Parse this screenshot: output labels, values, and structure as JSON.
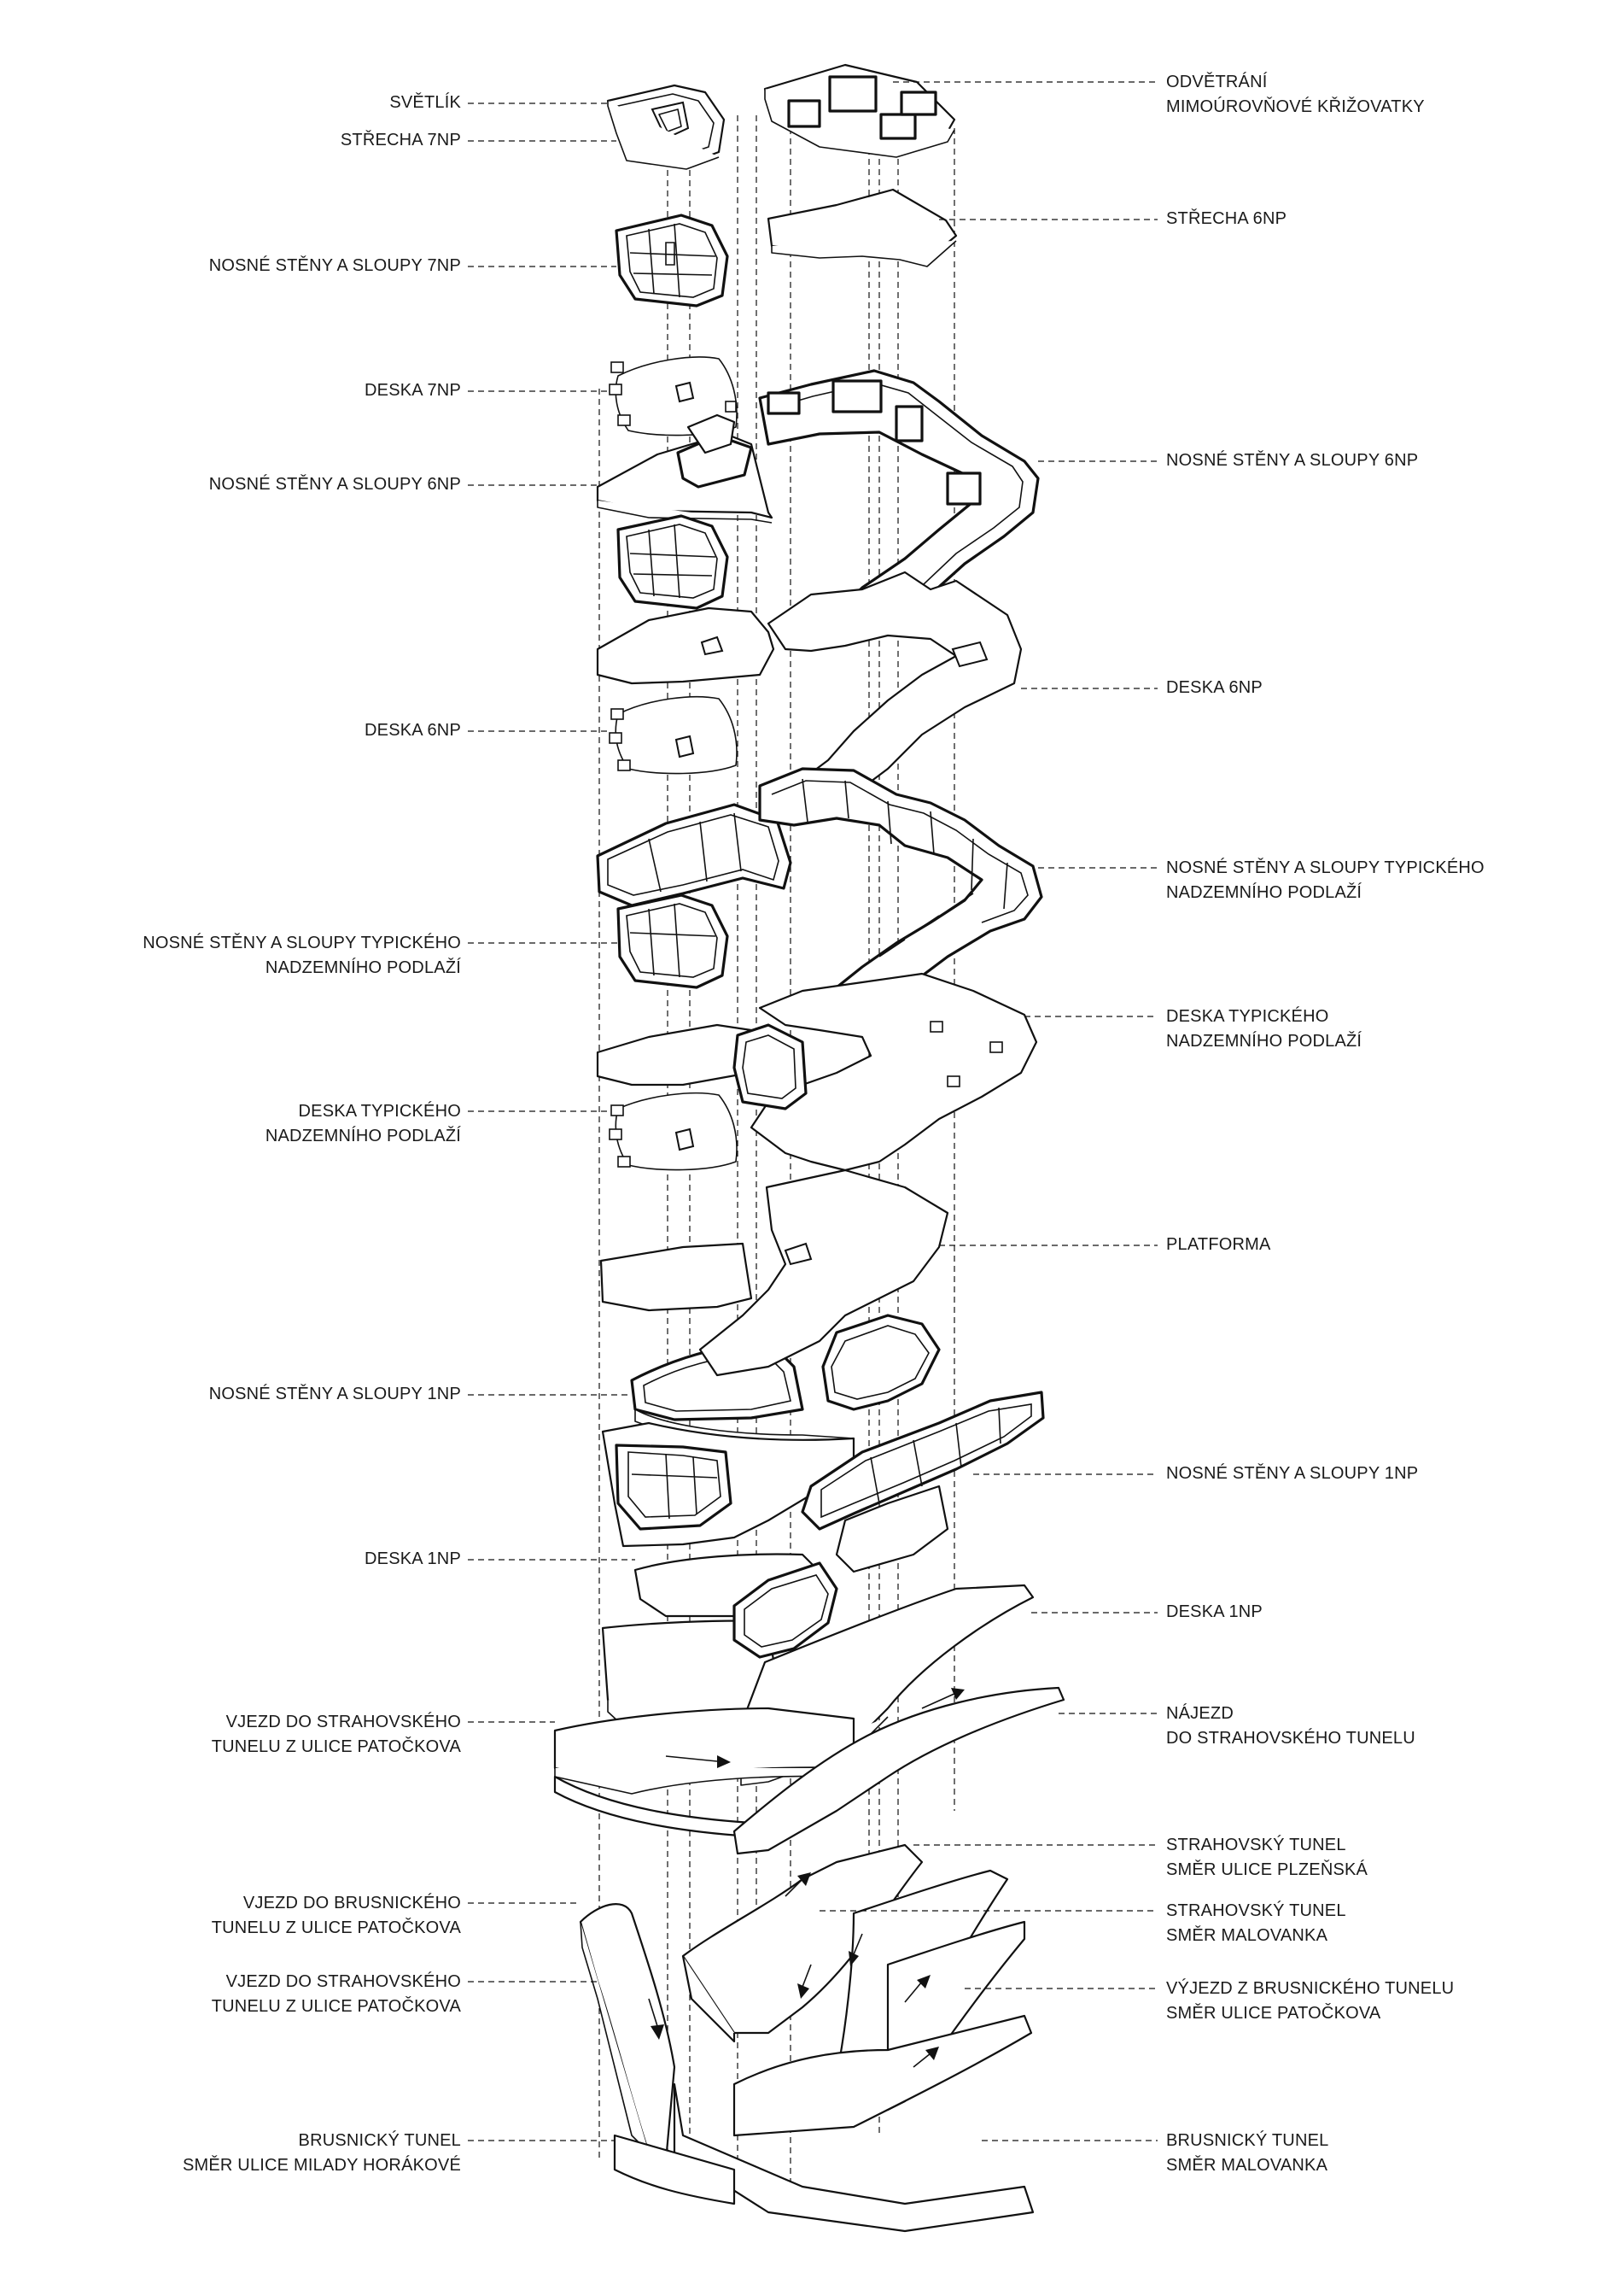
{
  "labels_left": [
    {
      "id": "svetlik",
      "lines": [
        "SVĚTLÍK"
      ]
    },
    {
      "id": "strecha-7np",
      "lines": [
        "STŘECHA 7NP"
      ]
    },
    {
      "id": "nosne-steny-7np",
      "lines": [
        "NOSNÉ STĚNY A SLOUPY 7NP"
      ]
    },
    {
      "id": "deska-7np",
      "lines": [
        "DESKA 7NP"
      ]
    },
    {
      "id": "nosne-steny-6np-left",
      "lines": [
        "NOSNÉ STĚNY A SLOUPY 6NP"
      ]
    },
    {
      "id": "deska-6np-left",
      "lines": [
        "DESKA 6NP"
      ]
    },
    {
      "id": "nosne-steny-typ-left",
      "lines": [
        "NOSNÉ STĚNY A SLOUPY TYPICKÉHO",
        "NADZEMNÍHO PODLAŽÍ"
      ]
    },
    {
      "id": "deska-typ-left",
      "lines": [
        "DESKA TYPICKÉHO",
        "NADZEMNÍHO PODLAŽÍ"
      ]
    },
    {
      "id": "nosne-steny-1np-left",
      "lines": [
        "NOSNÉ STĚNY A SLOUPY 1NP"
      ]
    },
    {
      "id": "deska-1np-left",
      "lines": [
        "DESKA 1NP"
      ]
    },
    {
      "id": "vjezd-strahov-1",
      "lines": [
        "VJEZD DO STRAHOVSKÉHO",
        "TUNELU Z ULICE PATOČKOVA"
      ]
    },
    {
      "id": "vjezd-brusnice",
      "lines": [
        "VJEZD DO BRUSNICKÉHO",
        "TUNELU Z ULICE PATOČKOVA"
      ]
    },
    {
      "id": "vjezd-strahov-2",
      "lines": [
        "VJEZD DO STRAHOVSKÉHO",
        "TUNELU Z ULICE PATOČKOVA"
      ]
    },
    {
      "id": "brusnicky-tunel-horakove",
      "lines": [
        "BRUSNICKÝ TUNEL",
        "SMĚR ULICE MILADY HORÁKOVÉ"
      ]
    }
  ],
  "labels_right": [
    {
      "id": "odvetrani",
      "lines": [
        "ODVĚTRÁNÍ",
        "MIMOÚROVŇOVÉ KŘIŽOVATKY"
      ]
    },
    {
      "id": "strecha-6np",
      "lines": [
        "STŘECHA 6NP"
      ]
    },
    {
      "id": "nosne-steny-6np-right",
      "lines": [
        "NOSNÉ STĚNY A SLOUPY 6NP"
      ]
    },
    {
      "id": "deska-6np-right",
      "lines": [
        "DESKA 6NP"
      ]
    },
    {
      "id": "nosne-steny-typ-right",
      "lines": [
        "NOSNÉ STĚNY A SLOUPY TYPICKÉHO",
        "NADZEMNÍHO PODLAŽÍ"
      ]
    },
    {
      "id": "deska-typ-right",
      "lines": [
        "DESKA TYPICKÉHO",
        "NADZEMNÍHO PODLAŽÍ"
      ]
    },
    {
      "id": "platforma",
      "lines": [
        "PLATFORMA"
      ]
    },
    {
      "id": "nosne-steny-1np-right",
      "lines": [
        "NOSNÉ STĚNY A SLOUPY 1NP"
      ]
    },
    {
      "id": "deska-1np-right",
      "lines": [
        "DESKA 1NP"
      ]
    },
    {
      "id": "najezd",
      "lines": [
        "NÁJEZD",
        "DO STRAHOVSKÉHO TUNELU"
      ]
    },
    {
      "id": "strahovsky-plzenska",
      "lines": [
        "STRAHOVSKÝ TUNEL",
        "SMĚR ULICE PLZEŇSKÁ"
      ]
    },
    {
      "id": "strahovsky-malovanka",
      "lines": [
        "STRAHOVSKÝ TUNEL",
        "SMĚR MALOVANKA"
      ]
    },
    {
      "id": "vyjezd-brusnice",
      "lines": [
        "VÝJEZD Z BRUSNICKÉHO TUNELU",
        "SMĚR ULICE PATOČKOVA"
      ]
    },
    {
      "id": "brusnicky-tunel-malovanka",
      "lines": [
        "BRUSNICKÝ TUNEL",
        "SMĚR MALOVANKA"
      ]
    }
  ]
}
